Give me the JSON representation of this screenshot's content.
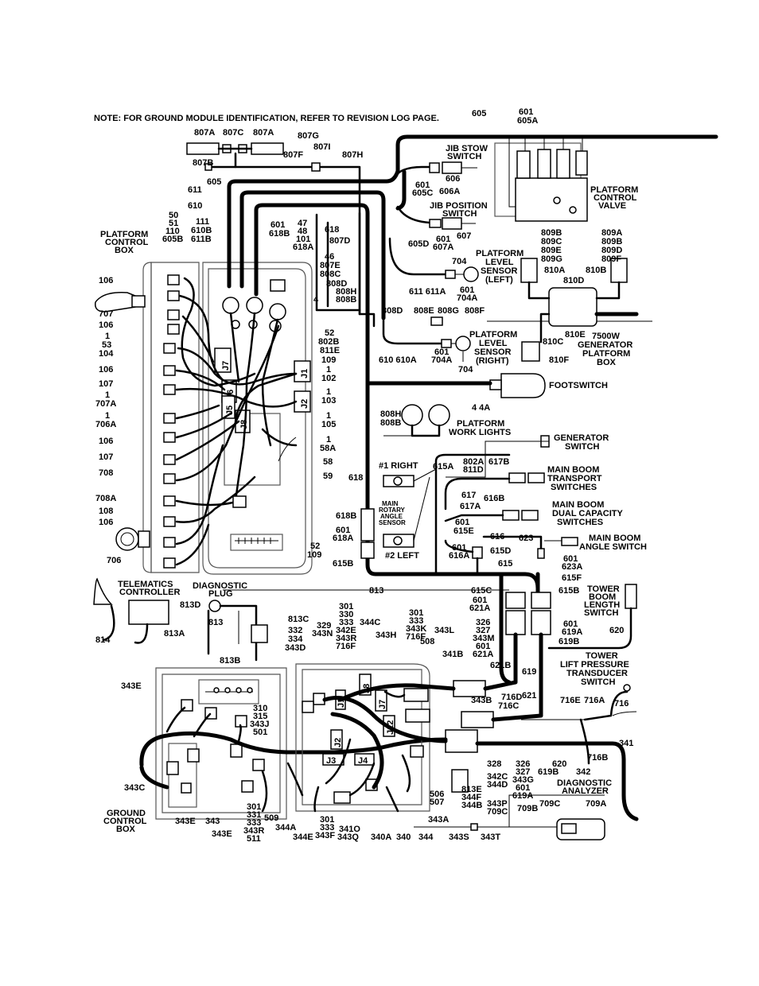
{
  "note": "NOTE:  FOR GROUND MODULE IDENTIFICATION, REFER TO REVISION LOG PAGE.",
  "components": {
    "platform_control_box": "PLATFORM CONTROL BOX",
    "jib_stow_switch": "JIB STOW SWITCH",
    "jib_position_switch": "JIB POSITION SWITCH",
    "platform_control_valve": "PLATFORM CONTROL VALVE",
    "platform_level_sensor_left": "PLATFORM LEVEL SENSOR (LEFT)",
    "platform_level_sensor_right": "PLATFORM LEVEL SENSOR (RIGHT)",
    "generator_platform_box": "7500W GENERATOR PLATFORM BOX",
    "footswitch": "FOOTSWITCH",
    "platform_work_lights": "PLATFORM WORK LIGHTS",
    "generator_switch": "GENERATOR SWITCH",
    "main_boom_transport_switches": "MAIN BOOM TRANSPORT SWITCHES",
    "main_boom_dual_capacity_switches": "MAIN BOOM DUAL CAPACITY SWITCHES",
    "main_boom_angle_switch": "MAIN BOOM ANGLE SWITCH",
    "main_rotary_angle_sensor": "MAIN ROTARY ANGLE SENSOR",
    "right_1": "#1 RIGHT",
    "left_2": "#2 LEFT",
    "telematics_controller": "TELEMATICS CONTROLLER",
    "diagnostic_plug": "DIAGNOSTIC PLUG",
    "tower_boom_length_switch": "TOWER BOOM LENGTH SWITCH",
    "tower_lift_pressure_transducer_switch": "TOWER LIFT PRESSURE TRANSDUCER SWITCH",
    "diagnostic_analyzer": "DIAGNOSTIC ANALYZER",
    "ground_control_box": "GROUND CONTROL BOX"
  },
  "connectors": [
    "J1",
    "J2",
    "J3",
    "J4",
    "J5",
    "J6",
    "J7",
    "J8",
    "J12"
  ],
  "wire_labels": {
    "t_605": "605",
    "t_601_605a": "601 605A",
    "t_807a_1": "807A",
    "t_807c": "807C",
    "t_807a_2": "807A",
    "t_807g": "807G",
    "t_807i": "807I",
    "t_807b": "807B",
    "t_807f": "807F",
    "t_807h": "807H",
    "t_611": "611",
    "t_605b_lead": "605",
    "t_610": "610",
    "t_111_group": "111 610B 611B",
    "t_50_group": "50 51 110 605B",
    "t_601_618b": "601 618B",
    "t_47_group": "47 48 101 618A",
    "t_618_top": "618",
    "t_807d": "807D",
    "t_46_group": "46 807E 808C",
    "t_808d_top": "808D",
    "t_808h_808b": "808H 808B",
    "t_4": "4",
    "t_52_group": "52 802B 811E",
    "t_109_a": "109",
    "t_1_102": "1 102",
    "t_1_103": "1 103",
    "t_1_105": "1 105",
    "t_1_58a": "1 58A",
    "t_58": "58",
    "t_59": "59",
    "t_52_109": "52 109",
    "t_106_a": "106",
    "t_707": "707",
    "t_106_b": "106",
    "t_1_53_104": "1 53 104",
    "t_106_c": "106",
    "t_107_a": "107",
    "t_1_707a": "1 707A",
    "t_1_706a": "1 706A",
    "t_106_d": "106",
    "t_107_b": "107",
    "t_708": "708",
    "t_708a": "708A",
    "t_108": "108",
    "t_106_e": "106",
    "t_706": "706",
    "t_601_605c": "601 605C",
    "t_606": "606",
    "t_606a": "606A",
    "t_605d": "605D",
    "t_601_607a": "601 607A",
    "t_607": "607",
    "t_704_a": "704",
    "t_611_611a": "611 611A",
    "t_601_704a_a": "601 704A",
    "t_808d_mid": "808D",
    "t_808e": "808E",
    "t_808g": "808G",
    "t_808f": "808F",
    "t_610_610a": "610 610A",
    "t_601_704a_b": "601 704A",
    "t_704_b": "704",
    "t_809b_group": "809B 809C 809E 809G",
    "t_809a_group": "809A 809B 809D 809F",
    "t_810a": "810A",
    "t_810b": "810B",
    "t_810d": "810D",
    "t_810e": "810E",
    "t_810c": "810C",
    "t_810f": "810F",
    "t_4_4a": "4   4A",
    "t_808h_808b_b": "808H 808B",
    "t_618_mid": "618",
    "t_802a_811d": "802A 811D",
    "t_615a": "615A",
    "t_617b": "617B",
    "t_617": "617",
    "t_617a": "617A",
    "t_616b": "616B",
    "t_601_615e": "601 615E",
    "t_616": "616",
    "t_623": "623",
    "t_601_616a": "601 616A",
    "t_615d": "615D",
    "t_615": "615",
    "t_601_623a": "601 623A",
    "t_615f": "615F",
    "t_618b": "618B",
    "t_601_618a": "601 618A",
    "t_615b_left": "615B",
    "t_615c": "615C",
    "t_615b_right": "615B",
    "t_813": "813",
    "t_813d": "813D",
    "t_813_small": "813",
    "t_814": "814",
    "t_813a": "813A",
    "t_813c": "813C",
    "t_332_group": "332 334 343D",
    "t_813b": "813B",
    "t_301_group_top": "301 330 333 342E 343R 716F",
    "t_329_343n": "329 343N",
    "t_344c": "344C",
    "t_301_333_343k_716f": "301 333 343K 716F",
    "t_343h": "343H",
    "t_343l": "343L",
    "t_508": "508",
    "t_601_621a": "601 621A",
    "t_326_group_top": "326 327 343M 601 621A",
    "t_601_619a": "601 619A",
    "t_619b": "619B",
    "t_620_a": "620",
    "t_341b": "341B",
    "t_621b": "621B",
    "t_619": "619",
    "t_621": "621",
    "t_343b": "343B",
    "t_716d_716c": "716D 716C",
    "t_716e": "716E",
    "t_716a": "716A",
    "t_716": "716",
    "t_716b": "716B",
    "t_341": "341",
    "t_343e_top": "343E",
    "t_310_group": "310 315 343J 501",
    "t_343c": "343C",
    "t_343e_a": "343E",
    "t_343": "343",
    "t_343e_b": "343E",
    "t_301_group_bl": "301 331 333 343R 511",
    "t_509": "509",
    "t_344a": "344A",
    "t_344e": "344E",
    "t_301_333_343f": "301 333 343F",
    "t_341o_343q": "341O 343Q",
    "t_340a": "340A",
    "t_340": "340",
    "t_344": "344",
    "t_343a": "343A",
    "t_328": "328",
    "t_326_group_b": "326 327 343G 601 619A",
    "t_620_b": "620",
    "t_619b_b": "619B",
    "t_342": "342",
    "t_342c_344d": "342C 344D",
    "t_813e_group": "813E 344F 344B",
    "t_506_507": "506 507",
    "t_343p_709c": "343P 709C",
    "t_709b": "709B",
    "t_709c": "709C",
    "t_709a": "709A",
    "t_343s": "343S",
    "t_343t": "343T"
  }
}
